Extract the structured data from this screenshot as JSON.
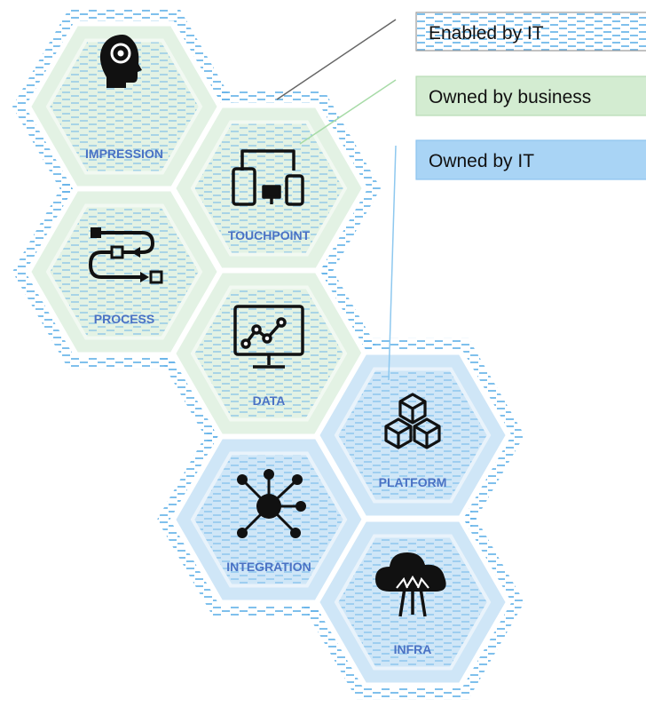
{
  "colors": {
    "business_fill": "#e3f2e4",
    "it_fill": "#cfe6f7",
    "hex_border": "#ffffff",
    "dash": "#5fb0e8",
    "label": "#4a72c4",
    "icon": "#111111",
    "legend_enabled_border": "#9a9a9a",
    "legend_business_fill": "#d3ecd1",
    "legend_business_border": "#b8dcb5",
    "legend_it_fill": "#a9d4f5",
    "legend_it_border": "#8cc3ee",
    "leader_enabled": "#666666",
    "leader_business": "#a7dba7",
    "leader_it": "#8ec8ef"
  },
  "legend": [
    {
      "key": "enabled",
      "label": "Enabled by IT"
    },
    {
      "key": "business",
      "label": "Owned by business"
    },
    {
      "key": "it",
      "label": "Owned by IT"
    }
  ],
  "hexes": [
    {
      "id": "impression",
      "label": "IMPRESSION",
      "owner": "business",
      "icon": "head-gear-icon"
    },
    {
      "id": "touchpoint",
      "label": "TOUCHPOINT",
      "owner": "business",
      "icon": "devices-icon"
    },
    {
      "id": "process",
      "label": "PROCESS",
      "owner": "business",
      "icon": "process-flow-icon"
    },
    {
      "id": "data",
      "label": "DATA",
      "owner": "business",
      "icon": "analytics-monitor-icon"
    },
    {
      "id": "platform",
      "label": "PLATFORM",
      "owner": "it",
      "icon": "cubes-icon"
    },
    {
      "id": "integration",
      "label": "INTEGRATION",
      "owner": "it",
      "icon": "network-hub-icon"
    },
    {
      "id": "infra",
      "label": "INFRA",
      "owner": "it",
      "icon": "cloud-upload-icon"
    }
  ]
}
